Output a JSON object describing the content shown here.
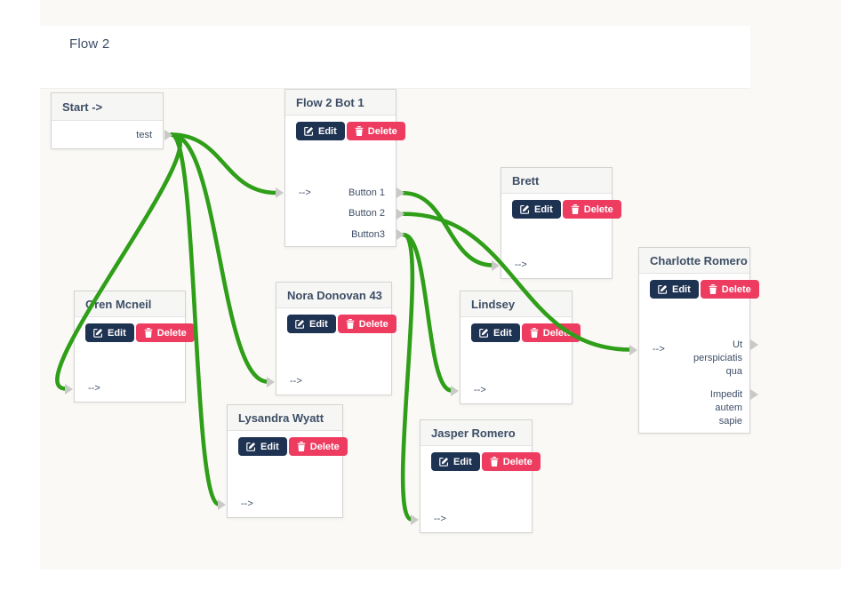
{
  "page": {
    "title": "Flow 2"
  },
  "buttons": {
    "edit": "Edit",
    "delete": "Delete"
  },
  "colors": {
    "connection_green": "#2f9e18",
    "edit_navy": "#1e3252",
    "delete_pink": "#ee3c61",
    "node_text_navy": "#3d4e66",
    "port_marker_gray": "#c9c9c7",
    "canvas_background": "#faf9f6"
  },
  "nodes": [
    {
      "id": "start",
      "title": "Start ->",
      "has_buttons": false,
      "input": null,
      "outputs": [
        "test"
      ]
    },
    {
      "id": "flow2bot1",
      "title": "Flow 2 Bot 1",
      "has_buttons": true,
      "input": "-->",
      "outputs": [
        "Button 1",
        "Button 2",
        "Button3"
      ]
    },
    {
      "id": "brett",
      "title": "Brett",
      "has_buttons": true,
      "input": "-->",
      "outputs": []
    },
    {
      "id": "oren",
      "title": "Oren Mcneil",
      "has_buttons": true,
      "input": "-->",
      "outputs": []
    },
    {
      "id": "nora",
      "title": "Nora Donovan 43",
      "has_buttons": true,
      "input": "-->",
      "outputs": []
    },
    {
      "id": "lysandra",
      "title": "Lysandra Wyatt",
      "has_buttons": true,
      "input": "-->",
      "outputs": []
    },
    {
      "id": "lindsey",
      "title": "Lindsey",
      "has_buttons": true,
      "input": "-->",
      "outputs": []
    },
    {
      "id": "jasper",
      "title": "Jasper Romero",
      "has_buttons": true,
      "input": "-->",
      "outputs": []
    },
    {
      "id": "charlotte",
      "title": "Charlotte Romero",
      "has_buttons": true,
      "input": "-->",
      "outputs": [
        "Ut perspiciatis qua",
        "Impedit autem sapie"
      ]
    }
  ],
  "connections": [
    {
      "from_node": "start",
      "from_output": 0,
      "to_node": "flow2bot1"
    },
    {
      "from_node": "start",
      "from_output": 0,
      "to_node": "oren"
    },
    {
      "from_node": "start",
      "from_output": 0,
      "to_node": "nora"
    },
    {
      "from_node": "start",
      "from_output": 0,
      "to_node": "lysandra"
    },
    {
      "from_node": "flow2bot1",
      "from_output": 0,
      "to_node": "brett"
    },
    {
      "from_node": "flow2bot1",
      "from_output": 1,
      "to_node": "charlotte"
    },
    {
      "from_node": "flow2bot1",
      "from_output": 2,
      "to_node": "lindsey"
    },
    {
      "from_node": "flow2bot1",
      "from_output": 2,
      "to_node": "jasper"
    }
  ]
}
